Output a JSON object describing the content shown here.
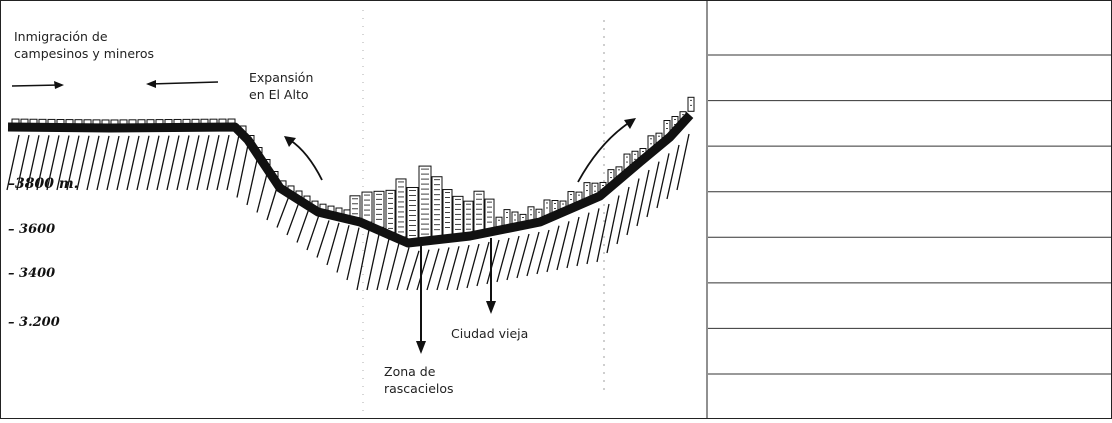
{
  "labels": {
    "migration": "Inmigración de\ncampesinos y mineros",
    "expansion": "Expansión\nen El Alto",
    "old_city": "Ciudad vieja",
    "skyscrapers": "Zona de\nrascacielos"
  },
  "elevations": [
    "–3800 m.",
    "– 3600",
    "– 3400",
    "– 3.200"
  ],
  "right_panel": {
    "line_count": 8
  }
}
